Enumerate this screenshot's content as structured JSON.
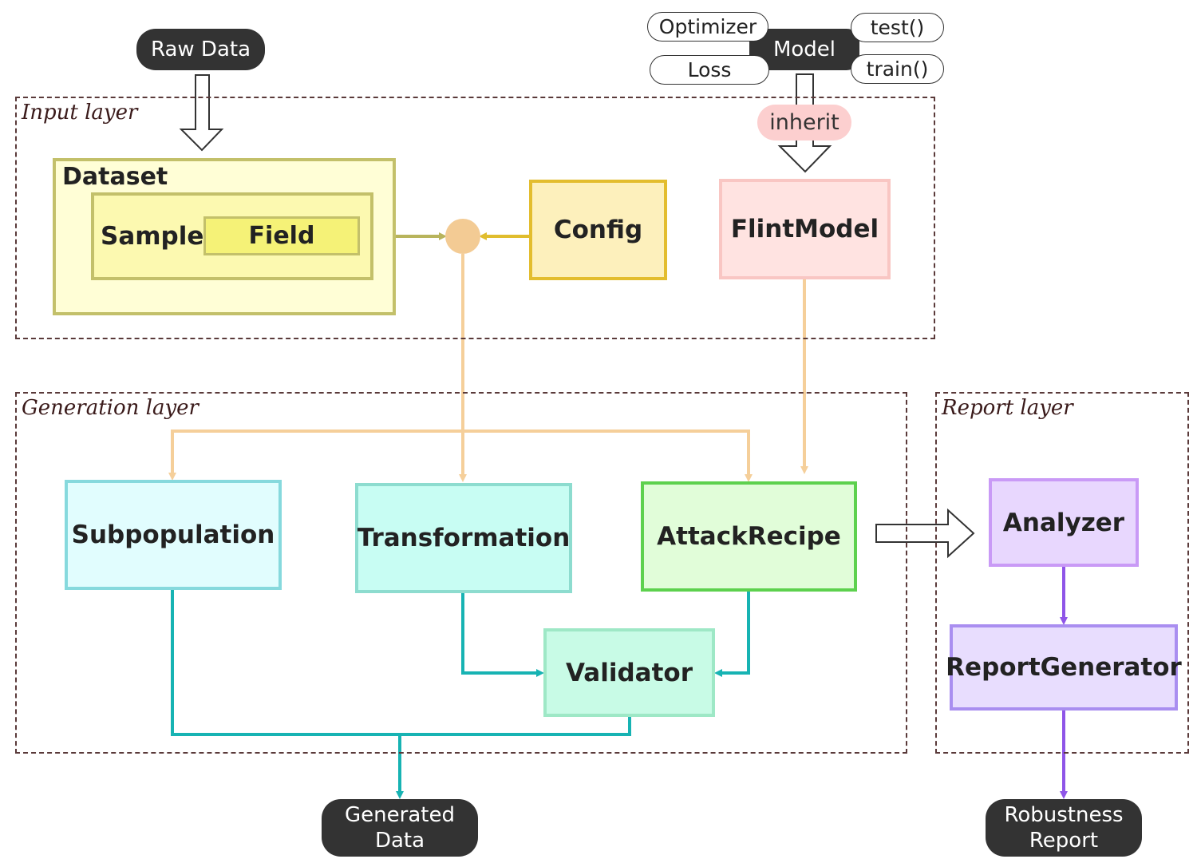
{
  "layers": {
    "input": "Input layer",
    "generation": "Generation layer",
    "report": "Report layer"
  },
  "terminals": {
    "raw_data": "Raw Data",
    "generated_data_line1": "Generated",
    "generated_data_line2": "Data",
    "robustness_report_line1": "Robustness",
    "robustness_report_line2": "Report"
  },
  "model_cluster": {
    "model": "Model",
    "optimizer": "Optimizer",
    "loss": "Loss",
    "test": "test()",
    "train": "train()",
    "inherit": "inherit"
  },
  "nodes": {
    "dataset": "Dataset",
    "sample": "Sample",
    "field": "Field",
    "config": "Config",
    "flint_model": "FlintModel",
    "subpopulation": "Subpopulation",
    "transformation": "Transformation",
    "attack_recipe": "AttackRecipe",
    "validator": "Validator",
    "analyzer": "Analyzer",
    "report_generator": "ReportGenerator"
  },
  "colors": {
    "orange_wire": "#f5cf9a",
    "teal_wire": "#17b3b3",
    "purple_wire": "#8f55e8",
    "olive_wire": "#b8b45c",
    "gold_wire": "#e0bd2e",
    "join_dot": "#f3cb94",
    "dark_pill": "#333333"
  }
}
